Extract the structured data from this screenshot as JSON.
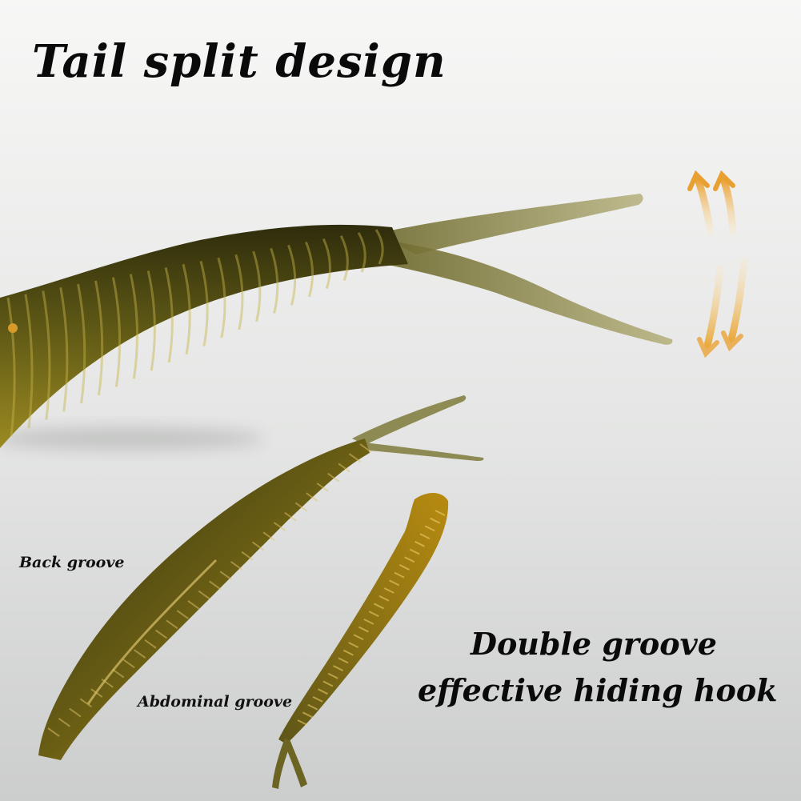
{
  "heading": "Tail split design",
  "labels": {
    "back_groove": "Back groove",
    "abdominal_groove": "Abdominal groove"
  },
  "caption": {
    "line1": "Double groove",
    "line2": "effective hiding hook"
  },
  "colors": {
    "background_top": "#f6f6f5",
    "background_bottom": "#cfd0d0",
    "lure_dark": "#3b3a12",
    "lure_mid": "#6b6418",
    "lure_gold": "#c9a21d",
    "tail_translucent": "#8f8a4a",
    "arrow_orange": "#e8a53a"
  },
  "icons": [
    "motion-arrow-up-icon",
    "motion-arrow-down-icon"
  ]
}
